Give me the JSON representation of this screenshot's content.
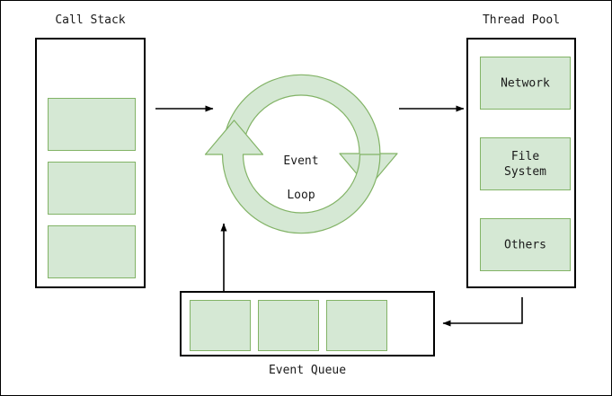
{
  "diagram": {
    "title_hidden": "Node.js Event Loop Architecture",
    "background_color": "#ffffff",
    "border_color": "#000000",
    "box_fill": "#d5e8d4",
    "box_stroke": "#82b366",
    "arrow_color": "#000000",
    "loop_fill": "#d5e8d4",
    "loop_stroke": "#82b366"
  },
  "call_stack": {
    "label": "Call Stack",
    "frames": [
      {
        "label": ""
      },
      {
        "label": ""
      },
      {
        "label": ""
      }
    ]
  },
  "event_loop": {
    "label": "Event\nLoop",
    "line1": "Event",
    "line2": "Loop"
  },
  "thread_pool": {
    "label": "Thread Pool",
    "workers": [
      {
        "label": "Network"
      },
      {
        "label": "File\nSystem"
      },
      {
        "label": "Others"
      }
    ]
  },
  "event_queue": {
    "label": "Event Queue",
    "items": [
      {
        "label": ""
      },
      {
        "label": ""
      },
      {
        "label": ""
      }
    ]
  },
  "arrows": [
    {
      "name": "call-stack-to-event-loop",
      "direction": "right"
    },
    {
      "name": "event-loop-to-thread-pool",
      "direction": "right"
    },
    {
      "name": "thread-pool-to-event-queue",
      "direction": "left"
    },
    {
      "name": "event-queue-to-event-loop",
      "direction": "up"
    }
  ]
}
